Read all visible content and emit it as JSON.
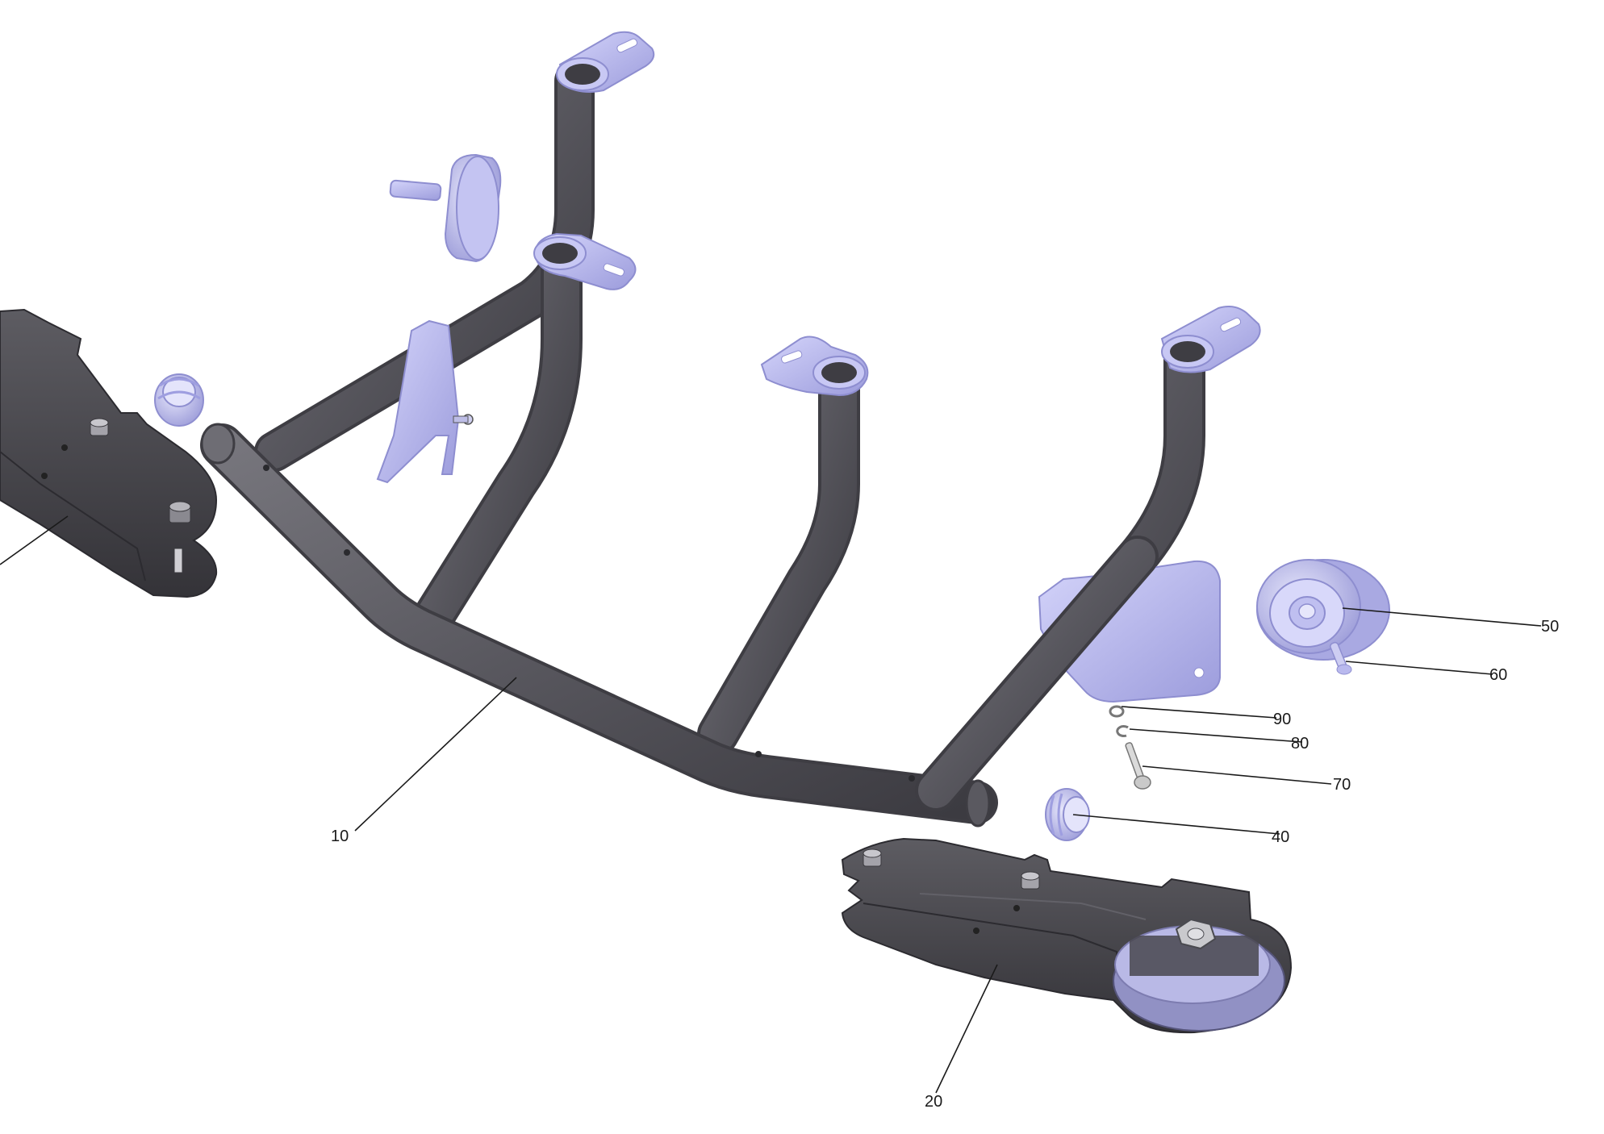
{
  "diagram": {
    "callouts": [
      {
        "id": "10",
        "label": "10"
      },
      {
        "id": "20",
        "label": "20"
      },
      {
        "id": "40",
        "label": "40"
      },
      {
        "id": "50",
        "label": "50"
      },
      {
        "id": "60",
        "label": "60"
      },
      {
        "id": "70",
        "label": "70"
      },
      {
        "id": "80",
        "label": "80"
      },
      {
        "id": "90",
        "label": "90"
      }
    ],
    "colors": {
      "tube": "#5a5960",
      "tube_dark": "#3e3d43",
      "tube_light": "#7c7b82",
      "bracket": "#b9b9ee",
      "bracket_dark": "#8e8ed0",
      "arm": "#4a494e",
      "arm_dark": "#323136",
      "leader": "#1a1a1a"
    }
  }
}
